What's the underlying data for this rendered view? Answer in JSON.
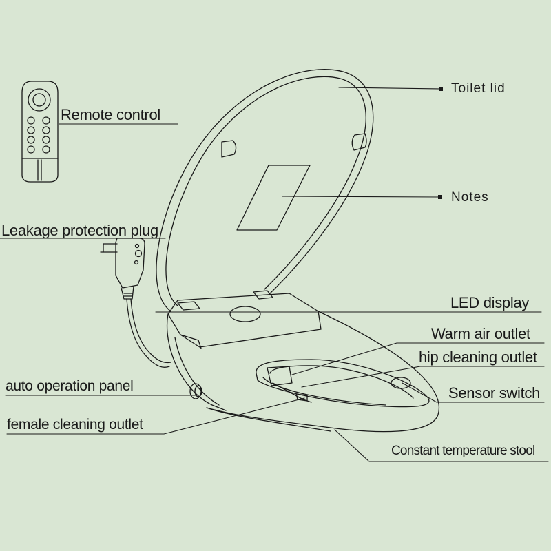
{
  "labels": {
    "toilet_lid": "Toilet lid",
    "remote_control": "Remote control",
    "notes": "Notes",
    "leakage_plug": "Leakage protection plug",
    "led_display": "LED display",
    "warm_air_outlet": "Warm air outlet",
    "hip_cleaning_outlet": "hip cleaning outlet",
    "sensor_switch": "Sensor switch",
    "auto_operation_panel": "auto operation panel",
    "female_cleaning_outlet": "female cleaning outlet",
    "constant_temperature_stool": "Constant temperature stool"
  },
  "colors": {
    "background": "#d9e6d3",
    "line": "#1a1a1a",
    "text": "#1a1a1a"
  }
}
